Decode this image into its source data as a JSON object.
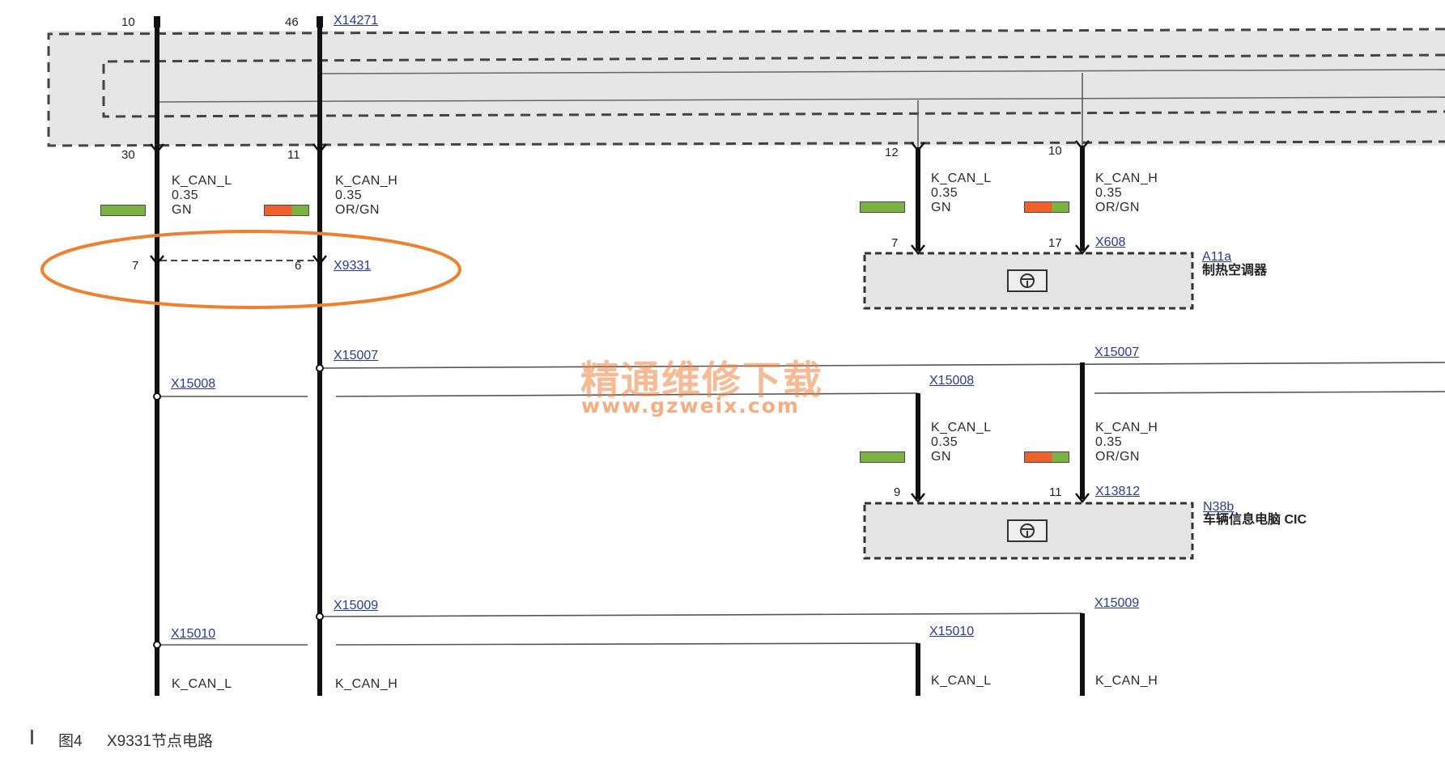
{
  "top": {
    "connector": "X14271",
    "upper_pins": [
      "10",
      "46"
    ],
    "lower_pins": [
      "30",
      "11",
      "12",
      "10"
    ]
  },
  "wires": {
    "l": "K_CAN_L",
    "h": "K_CAN_H",
    "gauge": "0.35",
    "color_l": "GN",
    "color_h": "OR/GN"
  },
  "colors": {
    "green": "#7bb342",
    "orange": "#f0602a",
    "highlight": "#f07f2e"
  },
  "node": {
    "connector": "X9331",
    "pin_left": "7",
    "pin_right": "6"
  },
  "a11a": {
    "pins": [
      "7",
      "17"
    ],
    "connector": "X608",
    "id": "A11a",
    "name": "制热空调器",
    "icon": "steering-wheel-icon"
  },
  "splices": {
    "x15007": "X15007",
    "x15008": "X15008",
    "x15009": "X15009",
    "x15010": "X15010"
  },
  "n38b": {
    "pins": [
      "9",
      "11"
    ],
    "connector": "X13812",
    "id": "N38b",
    "name": "车辆信息电脑 CIC",
    "icon": "steering-wheel-icon"
  },
  "watermark": {
    "cn": "精通维修下载",
    "url": "www.gzweix.com"
  },
  "caption": {
    "label": "图4",
    "text": "X9331节点电路"
  }
}
